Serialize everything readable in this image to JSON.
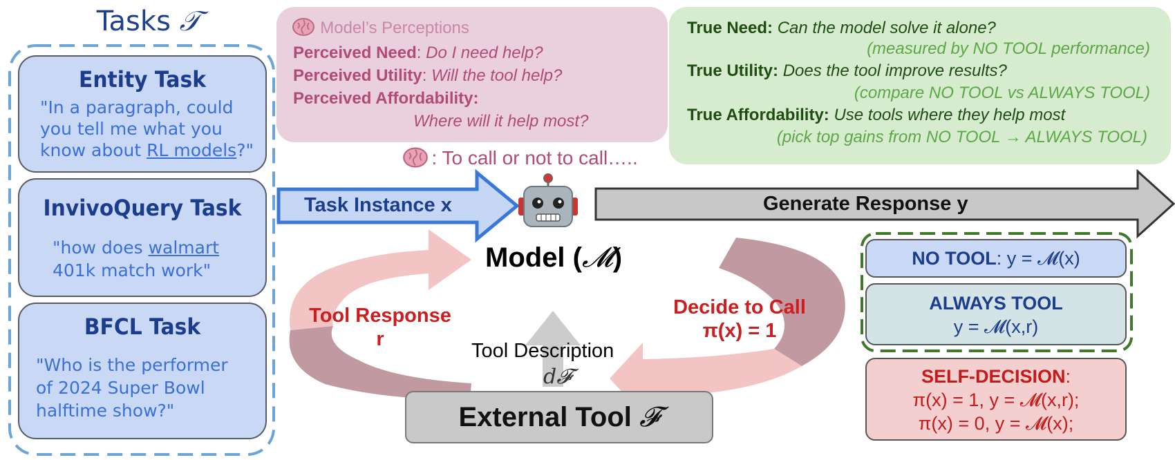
{
  "tasks": {
    "title": "Tasks",
    "title_symbol": "𝒯",
    "items": [
      {
        "name": "Entity Task",
        "query_lines": [
          [
            "\"In a paragraph, could"
          ],
          [
            "you tell me what you"
          ],
          [
            "know about ",
            "RL models",
            "?\""
          ]
        ]
      },
      {
        "name": "InvivoQuery Task",
        "query_lines": [
          [
            "\"how does ",
            "walmart",
            ""
          ],
          [
            "401k match work\""
          ]
        ]
      },
      {
        "name": "BFCL Task",
        "query_lines": [
          [
            "\"Who is the performer"
          ],
          [
            "of 2024 Super Bowl"
          ],
          [
            "halftime show?\""
          ]
        ]
      }
    ]
  },
  "perceptions": {
    "title": "Model’s Perceptions",
    "need_label": "Perceived Need",
    "need_text": "Do I need help?",
    "utility_label": "Perceived Utility",
    "utility_text": "Will the tool help?",
    "afford_label": "Perceived Affordability:",
    "afford_text": "Where will it help most?"
  },
  "truth": {
    "need_label": "True Need:",
    "need_text": "Can the model solve it alone?",
    "need_sub": "(measured by NO TOOL performance)",
    "utility_label": "True Utility:",
    "utility_text": "Does the tool improve results?",
    "utility_sub": "(compare NO TOOL vs ALWAYS TOOL)",
    "afford_label": "True Affordability:",
    "afford_text": "Use tools where they help most",
    "afford_sub": "(pick top gains from NO TOOL → ALWAYS TOOL)"
  },
  "to_call": ": To call or not to call…..",
  "task_instance": "Task Instance x",
  "generate_response": "Generate Response y",
  "model": {
    "label": "Model (",
    "symbol": "𝓜",
    "close": ")"
  },
  "tool_response": {
    "line1": "Tool Response",
    "line2": "r"
  },
  "decide_call": {
    "line1": "Decide to Call",
    "line2": "π(x) = 1"
  },
  "tool_description": {
    "label": "Tool Description",
    "symbol": "d𝓕"
  },
  "external_tool": {
    "label": "External Tool",
    "symbol": "𝓕"
  },
  "modes": {
    "no_tool": {
      "label": "NO TOOL",
      "formula": ": y = 𝓜(x)"
    },
    "always_tool": {
      "label": "ALWAYS TOOL",
      "formula": "y = 𝓜(x,r)"
    },
    "self_decision": {
      "label": "SELF-DECISION",
      "colon": ":",
      "line1": "π(x) = 1, y = 𝓜(x,r);",
      "line2": "π(x) = 0, y = 𝓜(x);"
    }
  },
  "colors": {
    "task_fill": "#c9d9f5",
    "perception_fill": "#ead0dc",
    "truth_fill": "#d7ebcf",
    "arrow_blue": "#3a78d8",
    "arrow_gray": "#c8c8c8",
    "loop_pink": "#f3c4c4",
    "loop_mauve": "#c09aa0",
    "dashed_blue": "#6aa4d8",
    "dashed_green": "#3f7a2a"
  },
  "icons": [
    "brain-icon",
    "robot-icon"
  ]
}
